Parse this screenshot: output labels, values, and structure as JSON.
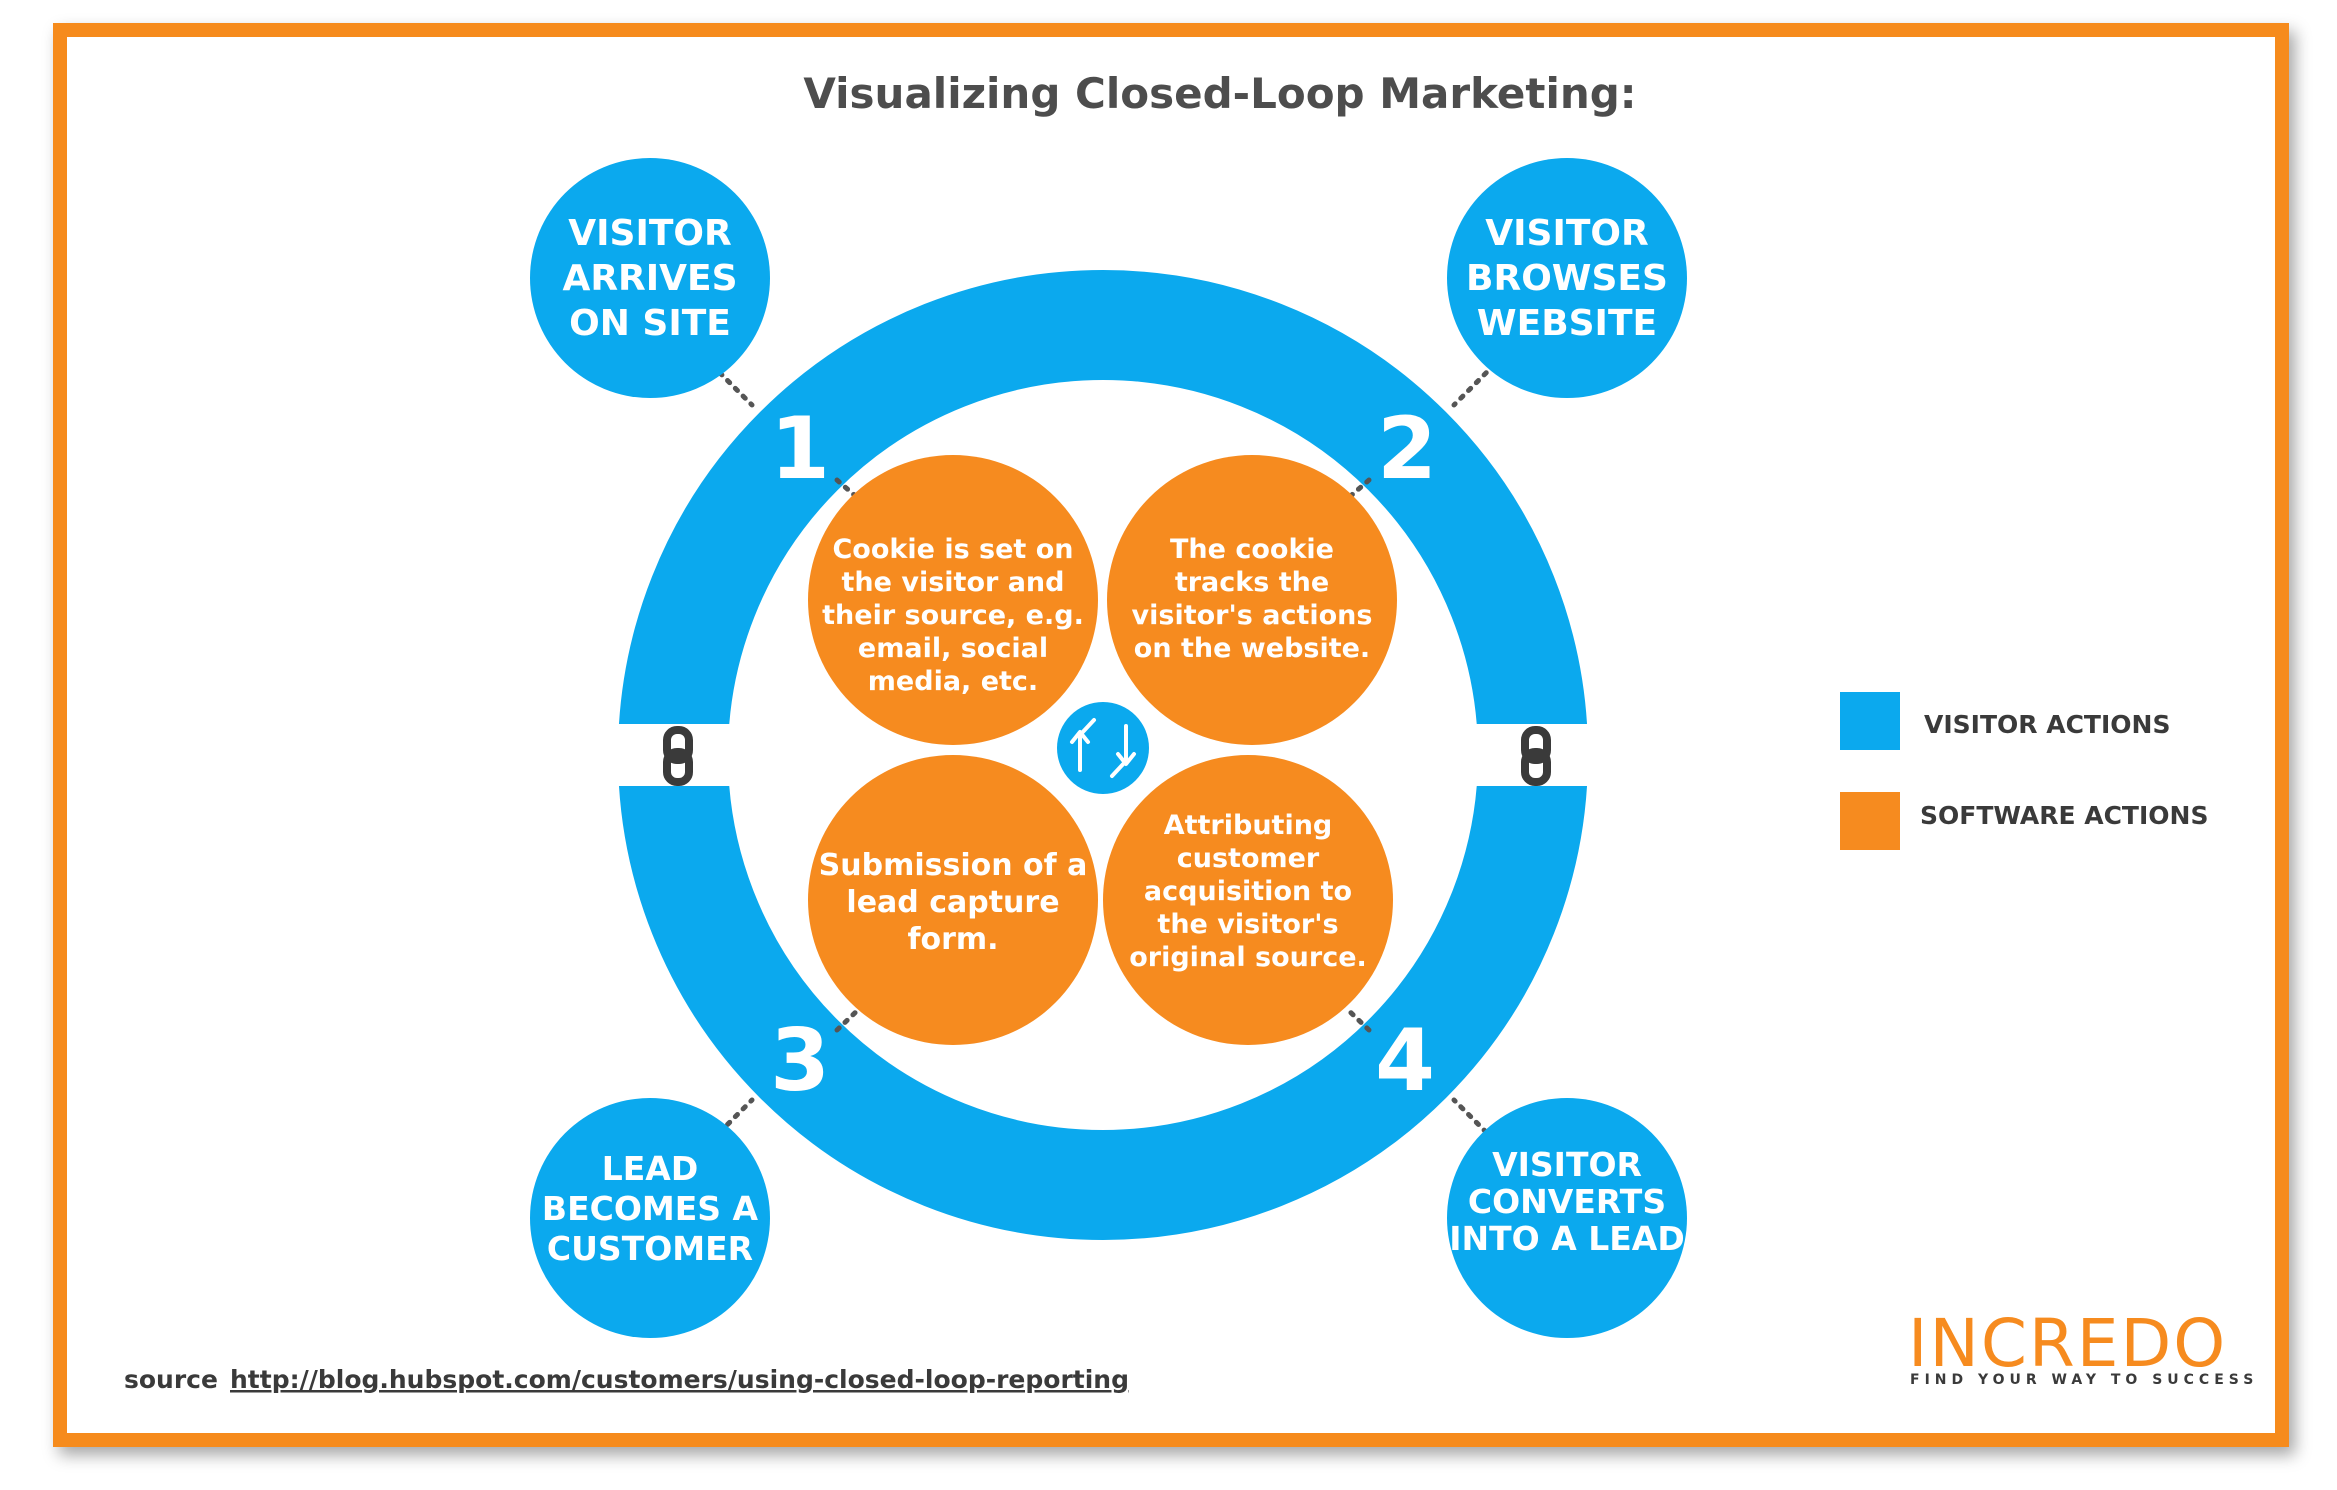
{
  "title": "Visualizing Closed-Loop Marketing:",
  "colors": {
    "visitor": "#0ba9ee",
    "software": "#f68b1f",
    "border": "#f68b1f",
    "title": "#4d4d4d",
    "text_dark": "#3a3a3a",
    "white": "#ffffff"
  },
  "steps": [
    {
      "number": "1",
      "label_lines": [
        "VISITOR",
        "ARRIVES",
        "ON SITE"
      ],
      "desc_lines": [
        "Cookie is set on",
        "the visitor and",
        "their source, e.g.",
        "email, social",
        "media, etc."
      ]
    },
    {
      "number": "2",
      "label_lines": [
        "VISITOR",
        "BROWSES",
        "WEBSITE"
      ],
      "desc_lines": [
        "The cookie",
        "tracks the",
        "visitor's actions",
        "on the website."
      ]
    },
    {
      "number": "3",
      "label_lines": [
        "LEAD",
        "BECOMES A",
        "CUSTOMER"
      ],
      "desc_lines": [
        "Submission of a",
        "lead capture",
        "form."
      ]
    },
    {
      "number": "4",
      "label_lines": [
        "VISITOR",
        "CONVERTS",
        "INTO A LEAD"
      ],
      "desc_lines": [
        "Attributing",
        "customer",
        "acquisition to",
        "the visitor's",
        "original source."
      ]
    }
  ],
  "legend": [
    {
      "label": "VISITOR ACTIONS",
      "color": "#0ba9ee"
    },
    {
      "label": "SOFTWARE ACTIONS",
      "color": "#f68b1f"
    }
  ],
  "source": {
    "label": "source",
    "url": "http://blog.hubspot.com/customers/using-closed-loop-reporting"
  },
  "logo": {
    "name": "INCREDO",
    "tagline": "FIND YOUR WAY TO SUCCESS"
  },
  "icons": {
    "center": "refresh-arrows-icon",
    "links": "chain-link-icon"
  }
}
